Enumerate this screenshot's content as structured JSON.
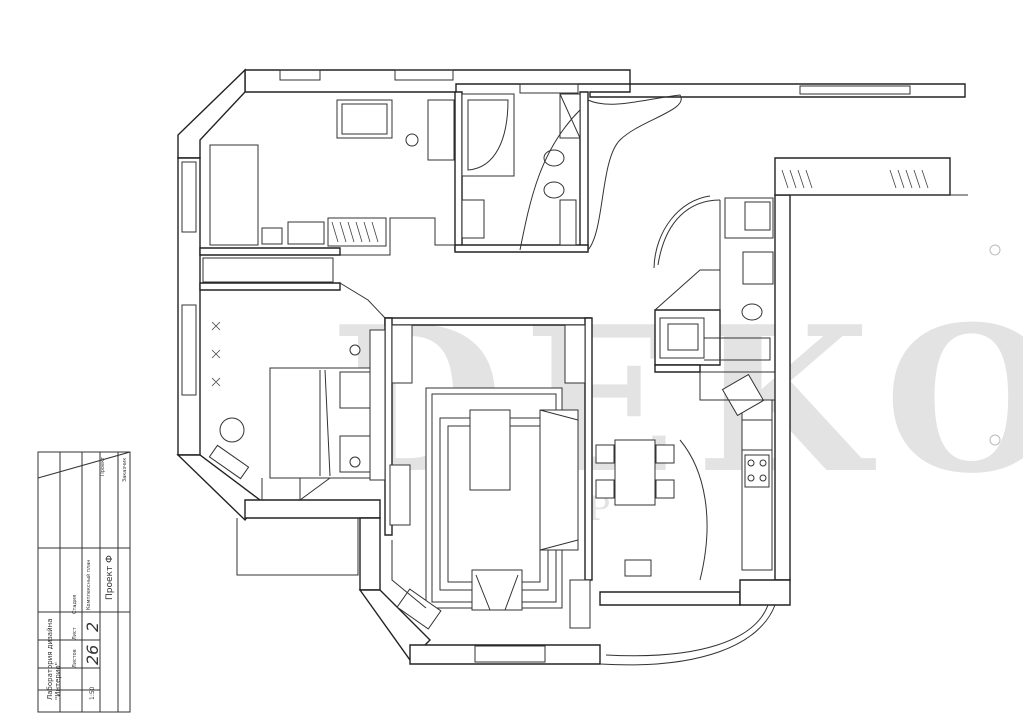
{
  "watermark": {
    "main": "DEKO",
    "sub": "GROUP"
  },
  "title_block": {
    "org_line1": "Лаборатория дизайна",
    "org_line2": "\"Интерио\"",
    "scale": "1:50",
    "project_name": "Проект ",
    "sheet_no": "2",
    "sheets_total": "26",
    "col_stage": "Стадия",
    "col_sheet": "Лист",
    "col_sheets": "Листов",
    "drawing_title": "Комплексный план",
    "drawing_title_big": "Проект Ф",
    "customer_label": "Заказчик",
    "project_label": "Проект"
  }
}
